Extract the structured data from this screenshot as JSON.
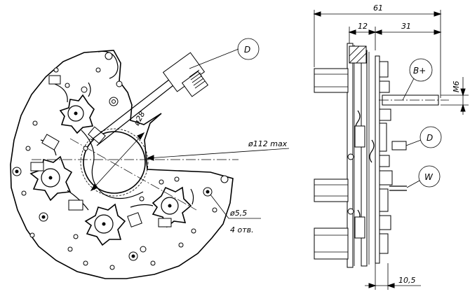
{
  "front_view": {
    "callout_d": "D",
    "dim_hole_dia": "ø28",
    "dim_max_dia": "ø112 max",
    "dim_mount_hole": "ø5,5",
    "dim_mount_count": "4 отв."
  },
  "side_view": {
    "dim_overall": "61",
    "dim_left": "12",
    "dim_right": "31",
    "dim_stud": "M6",
    "dim_bottom": "10,5",
    "callout_b": "B+",
    "callout_d": "D",
    "callout_w": "W"
  }
}
